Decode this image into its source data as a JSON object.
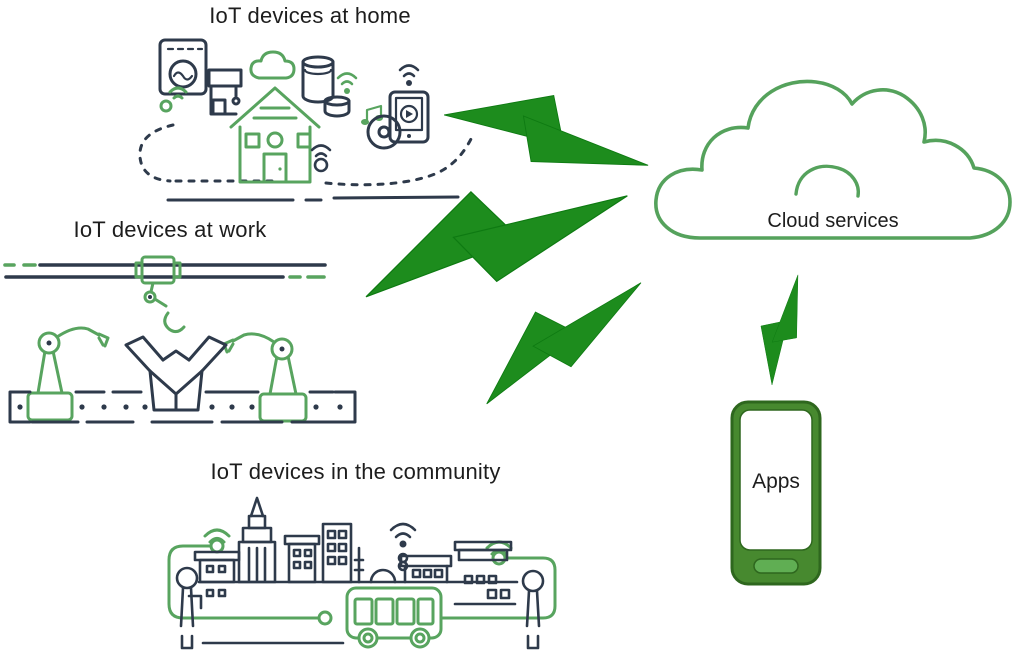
{
  "scenes": {
    "home": {
      "title": "IoT devices at home",
      "icons": [
        "washing-machine",
        "wifi-signal",
        "coffee-maker",
        "cloud",
        "smart-home",
        "smart-speaker",
        "mini-speaker",
        "music-note",
        "speaker-disc",
        "tablet-player",
        "dashed-network-loop"
      ]
    },
    "work": {
      "title": "IoT devices at work",
      "icons": [
        "factory-rail",
        "robot-carriage",
        "hanging-gripper",
        "robot-arm-left",
        "robot-arm-right",
        "cardboard-box",
        "conveyor-belt"
      ]
    },
    "community": {
      "title": "IoT devices in the community",
      "icons": [
        "city-skyline",
        "street-lamp",
        "bus",
        "wifi-signal",
        "circuit-network"
      ]
    }
  },
  "cloud": {
    "label": "Cloud services"
  },
  "phone": {
    "label": "Apps"
  },
  "connections": [
    "lightning-bolt-home-to-cloud",
    "lightning-bolt-work-to-cloud",
    "lightning-bolt-community-to-cloud",
    "lightning-bolt-apps-to-cloud"
  ],
  "colors": {
    "dark": "#2e3a4b",
    "green": "#58a45f",
    "bolt": "#1d8c1d",
    "cloud": "#55a25c",
    "phone_fill": "#47892f",
    "phone_border": "#2e671e",
    "phone_pill": "#60ae53",
    "text": "#1d1d1d"
  }
}
